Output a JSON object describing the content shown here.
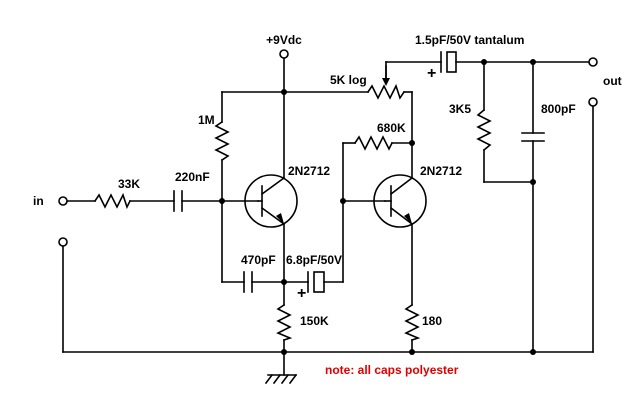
{
  "labels": {
    "supply": "+9Vdc",
    "tantalum_cap": "1.5pF/50V tantalum",
    "out": "out",
    "pot": "5K log",
    "r_3k5": "3K5",
    "c_800p": "800pF",
    "r_1m": "1M",
    "r_680k": "680K",
    "q1": "2N2712",
    "q2": "2N2712",
    "r_33k": "33K",
    "c_220n": "220nF",
    "in": "in",
    "c_470p": "470pF",
    "c_6p8": "6.8pF/50V",
    "plus_top": "+",
    "plus_bottom": "+",
    "r_150k": "150K",
    "r_180": "180",
    "note": "note: all caps polyester"
  },
  "colors": {
    "ink": "#000000",
    "note": "#e00000",
    "background": "#ffffff"
  }
}
